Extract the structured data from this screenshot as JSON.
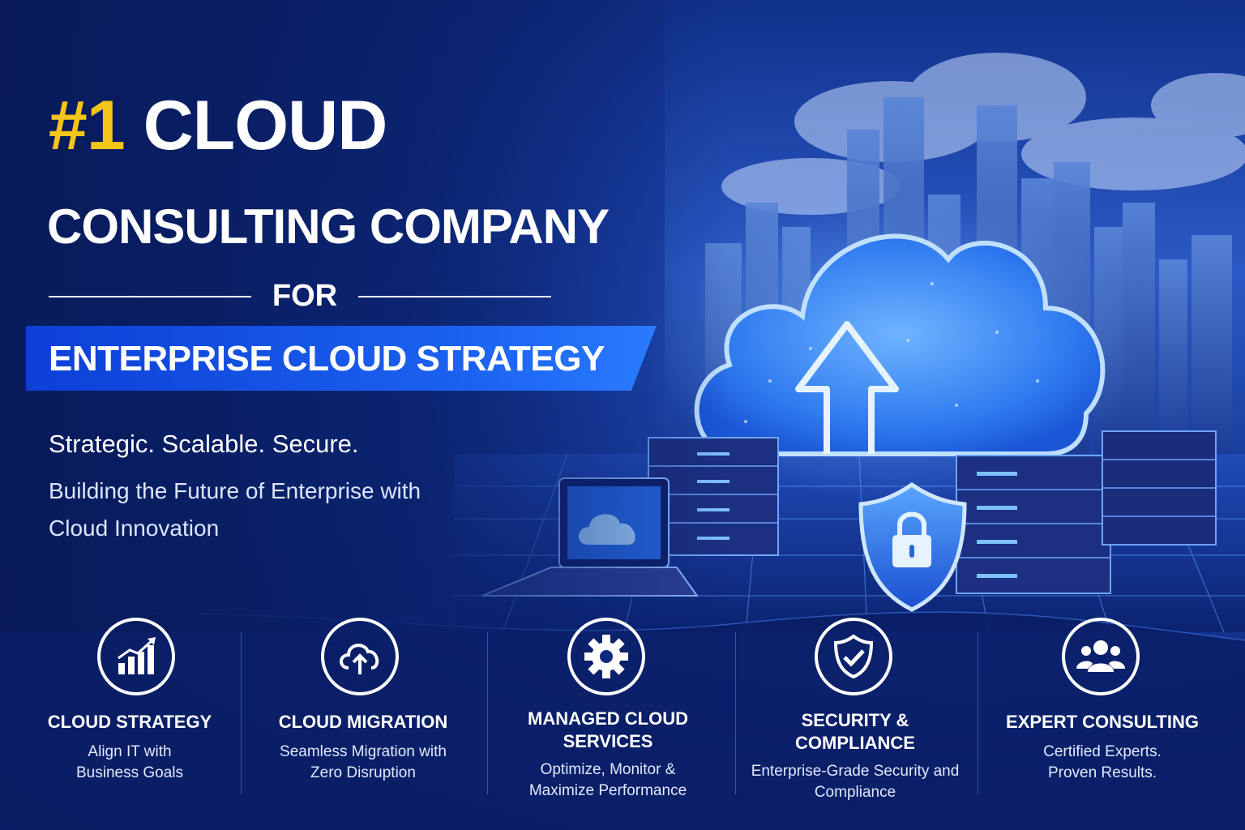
{
  "header": {
    "headline_accent": "#1",
    "headline_main": "CLOUD",
    "subhead": "CONSULTING COMPANY",
    "connector": "FOR",
    "ribbon": "ENTERPRISE CLOUD STRATEGY",
    "tagline": "Strategic. Scalable. Secure.",
    "description": "Building the Future of Enterprise with Cloud Innovation"
  },
  "colors": {
    "accent": "#f5c518",
    "ribbon": "#1b62f0",
    "background": "#0c2472"
  },
  "illustration": {
    "icons": [
      "city-skyline",
      "cloud-upload-icon",
      "server-rack",
      "laptop-cloud-icon",
      "shield-lock-icon"
    ]
  },
  "services": [
    {
      "icon": "growth-chart-icon",
      "title": "CLOUD STRATEGY",
      "body": "Align IT with Business Goals"
    },
    {
      "icon": "cloud-upload-icon",
      "title": "CLOUD MIGRATION",
      "body": "Seamless Migration with Zero Disruption"
    },
    {
      "icon": "gear-icon",
      "title": "MANAGED CLOUD SERVICES",
      "body": "Optimize, Monitor & Maximize Performance"
    },
    {
      "icon": "shield-check-icon",
      "title": "SECURITY & COMPLIANCE",
      "body": "Enterprise-Grade Security and Compliance"
    },
    {
      "icon": "team-icon",
      "title": "EXPERT CONSULTING",
      "body": "Certified Experts. Proven Results."
    }
  ]
}
